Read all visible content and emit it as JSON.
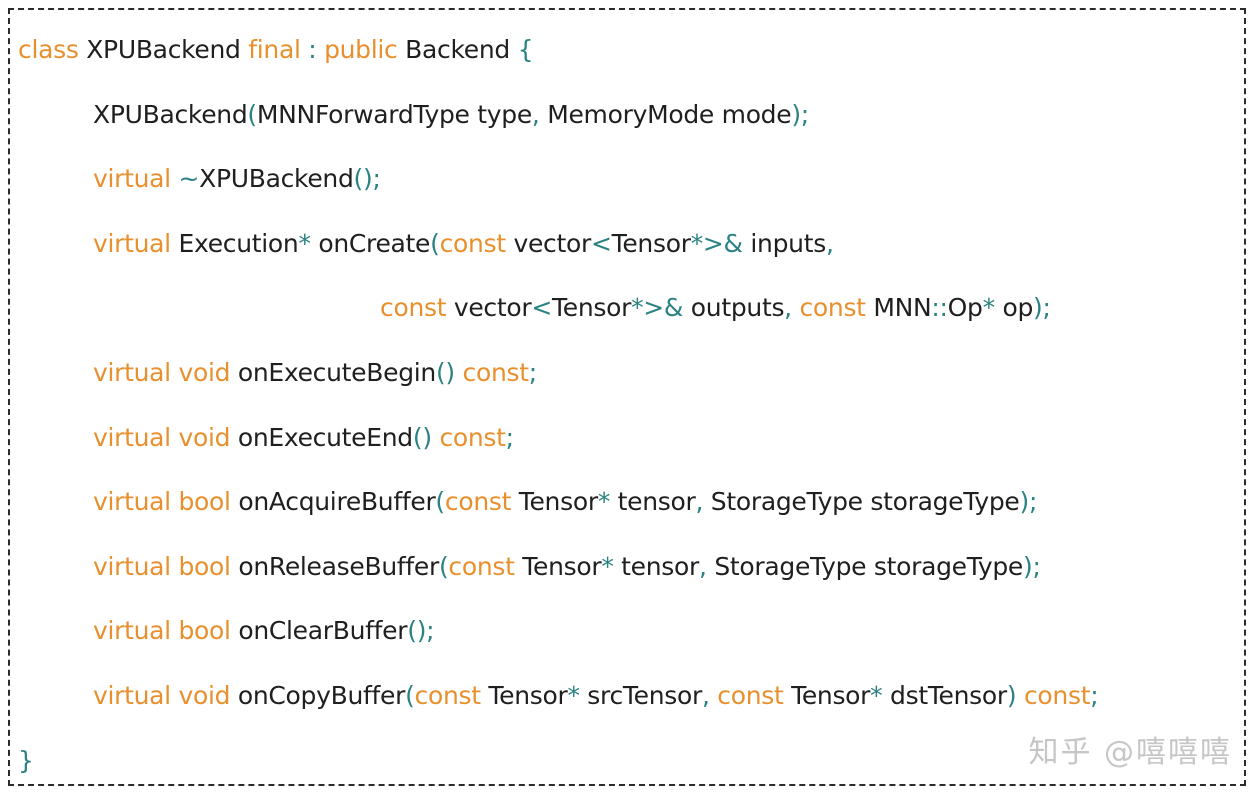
{
  "colors": {
    "keyword": "#e9902e",
    "identifier": "#1f1f1f",
    "punctuation": "#2b8282",
    "watermark_gray": "#c6c6c6",
    "border": "#2b2b2b",
    "background": "#ffffff"
  },
  "code": {
    "language": "cpp",
    "lines": [
      {
        "indent": 0,
        "tokens": [
          [
            "class ",
            "kw"
          ],
          [
            "XPUBackend ",
            "id"
          ],
          [
            "final ",
            "kw"
          ],
          [
            ": ",
            "p"
          ],
          [
            "public ",
            "kw"
          ],
          [
            "Backend ",
            "id"
          ],
          [
            "{",
            "p"
          ]
        ]
      },
      {
        "indent": 1,
        "tokens": [
          [
            "XPUBackend",
            "id"
          ],
          [
            "(",
            "p"
          ],
          [
            "MNNForwardType type",
            "id"
          ],
          [
            ", ",
            "p"
          ],
          [
            "MemoryMode mode",
            "id"
          ],
          [
            ");",
            "p"
          ]
        ]
      },
      {
        "indent": 1,
        "tokens": [
          [
            "virtual ",
            "kw"
          ],
          [
            "~",
            "p"
          ],
          [
            "XPUBackend",
            "id"
          ],
          [
            "();",
            "p"
          ]
        ]
      },
      {
        "indent": 1,
        "tokens": [
          [
            "virtual ",
            "kw"
          ],
          [
            "Execution",
            "id"
          ],
          [
            "*",
            "p"
          ],
          [
            " onCreate",
            "id"
          ],
          [
            "(",
            "p"
          ],
          [
            "const ",
            "kw"
          ],
          [
            "vector",
            "id"
          ],
          [
            "<",
            "p"
          ],
          [
            "Tensor",
            "id"
          ],
          [
            "*>& ",
            "p"
          ],
          [
            "inputs",
            "id"
          ],
          [
            ",",
            "p"
          ]
        ]
      },
      {
        "indent": 2,
        "tokens": [
          [
            "const ",
            "kw"
          ],
          [
            "vector",
            "id"
          ],
          [
            "<",
            "p"
          ],
          [
            "Tensor",
            "id"
          ],
          [
            "*>& ",
            "p"
          ],
          [
            "outputs",
            "id"
          ],
          [
            ", ",
            "p"
          ],
          [
            "const ",
            "kw"
          ],
          [
            "MNN",
            "id"
          ],
          [
            "::",
            "p"
          ],
          [
            "Op",
            "id"
          ],
          [
            "*",
            "p"
          ],
          [
            " op",
            "id"
          ],
          [
            ");",
            "p"
          ]
        ]
      },
      {
        "indent": 1,
        "tokens": [
          [
            "virtual void ",
            "kw"
          ],
          [
            "onExecuteBegin",
            "id"
          ],
          [
            "() ",
            "p"
          ],
          [
            "const",
            "kw"
          ],
          [
            ";",
            "p"
          ]
        ]
      },
      {
        "indent": 1,
        "tokens": [
          [
            "virtual void ",
            "kw"
          ],
          [
            "onExecuteEnd",
            "id"
          ],
          [
            "() ",
            "p"
          ],
          [
            "const",
            "kw"
          ],
          [
            ";",
            "p"
          ]
        ]
      },
      {
        "indent": 1,
        "tokens": [
          [
            "virtual bool ",
            "kw"
          ],
          [
            "onAcquireBuffer",
            "id"
          ],
          [
            "(",
            "p"
          ],
          [
            "const ",
            "kw"
          ],
          [
            "Tensor",
            "id"
          ],
          [
            "*",
            "p"
          ],
          [
            " tensor",
            "id"
          ],
          [
            ", ",
            "p"
          ],
          [
            "StorageType storageType",
            "id"
          ],
          [
            ");",
            "p"
          ]
        ]
      },
      {
        "indent": 1,
        "tokens": [
          [
            "virtual bool ",
            "kw"
          ],
          [
            "onReleaseBuffer",
            "id"
          ],
          [
            "(",
            "p"
          ],
          [
            "const ",
            "kw"
          ],
          [
            "Tensor",
            "id"
          ],
          [
            "*",
            "p"
          ],
          [
            " tensor",
            "id"
          ],
          [
            ", ",
            "p"
          ],
          [
            "StorageType storageType",
            "id"
          ],
          [
            ");",
            "p"
          ]
        ]
      },
      {
        "indent": 1,
        "tokens": [
          [
            "virtual bool ",
            "kw"
          ],
          [
            "onClearBuffer",
            "id"
          ],
          [
            "();",
            "p"
          ]
        ]
      },
      {
        "indent": 1,
        "tokens": [
          [
            "virtual void ",
            "kw"
          ],
          [
            "onCopyBuffer",
            "id"
          ],
          [
            "(",
            "p"
          ],
          [
            "const ",
            "kw"
          ],
          [
            "Tensor",
            "id"
          ],
          [
            "*",
            "p"
          ],
          [
            " srcTensor",
            "id"
          ],
          [
            ", ",
            "p"
          ],
          [
            "const ",
            "kw"
          ],
          [
            "Tensor",
            "id"
          ],
          [
            "*",
            "p"
          ],
          [
            " dstTensor",
            "id"
          ],
          [
            ") ",
            "p"
          ],
          [
            "const",
            "kw"
          ],
          [
            ";",
            "p"
          ]
        ]
      },
      {
        "indent": 0,
        "tokens": [
          [
            "}",
            "p"
          ]
        ]
      }
    ]
  },
  "watermark": {
    "text": "知乎 @嘻嘻嘻"
  }
}
